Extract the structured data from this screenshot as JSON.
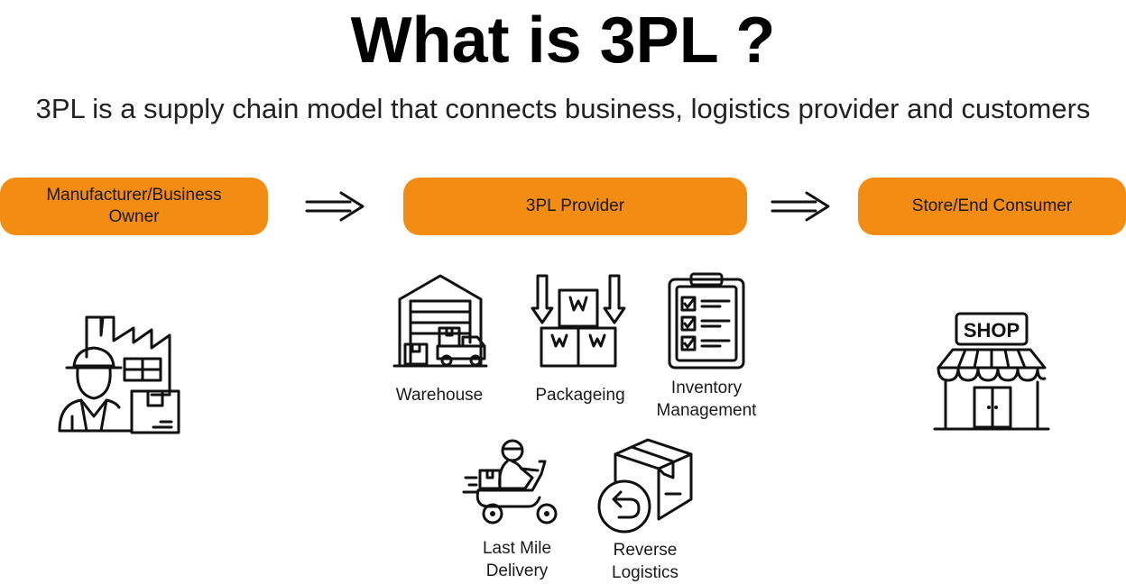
{
  "header": {
    "title": "What is 3PL ?",
    "subtitle": "3PL is a supply chain model that connects business, logistics provider and customers"
  },
  "flow": {
    "manufacturer": "Manufacturer/Business Owner",
    "provider": "3PL Provider",
    "store": "Store/End Consumer"
  },
  "services": {
    "warehouse": "Warehouse",
    "packaging": "Packageing",
    "inventory_line1": "Inventory",
    "inventory_line2": "Management",
    "lastmile_line1": "Last Mile",
    "lastmile_line2": "Delivery",
    "reverse_line1": "Reverse",
    "reverse_line2": "Logistics"
  },
  "store_sign": "SHOP",
  "colors": {
    "accent": "#F28C13",
    "text": "#111111"
  }
}
